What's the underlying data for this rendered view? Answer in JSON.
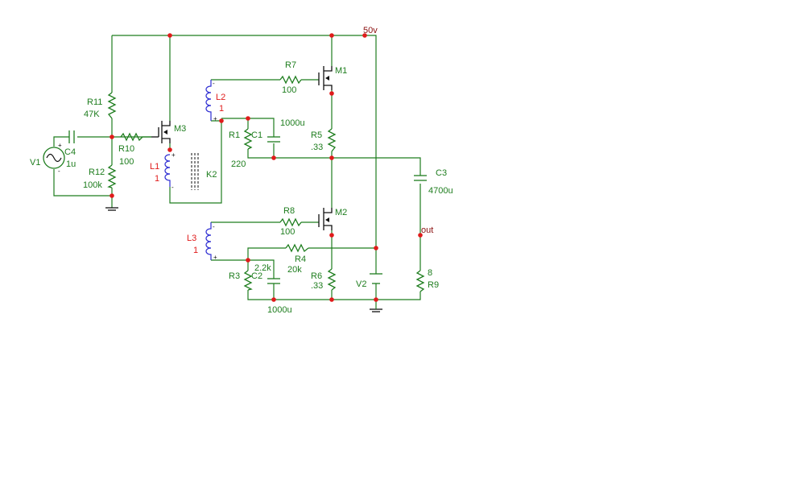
{
  "colors": {
    "wire": "#1e7d1e",
    "inductor": "#2d2dd2",
    "node": "#e01b1b",
    "net_label": "#8b1010",
    "background": "#ffffff"
  },
  "labels": {
    "supply": "50v",
    "r11_name": "R11",
    "r11_value": "47K",
    "r10_name": "R10",
    "r10_value": "100",
    "r12_name": "R12",
    "r12_value": "100k",
    "v1_name": "V1",
    "c4_name": "C4",
    "c4_value": "1u",
    "m3_name": "M3",
    "l1_name": "L1",
    "l1_value": "1",
    "k2_name": "K2",
    "l2_name": "L2",
    "l2_value": "1",
    "r7_name": "R7",
    "r7_value": "100",
    "m1_name": "M1",
    "c1_value": "1000u",
    "r1_name": "R1",
    "c1_name": "C1",
    "r1_value": "220",
    "r5_name": "R5",
    "r5_value": ".33",
    "c3_name": "C3",
    "c3_value": "4700u",
    "r8_name": "R8",
    "r8_value": "100",
    "m2_name": "M2",
    "out": "out",
    "l3_name": "L3",
    "l3_value": "1",
    "r4_name": "R4",
    "r4_value": "20k",
    "r3_value": "2.2k",
    "r3_name": "R3",
    "c2_name": "C2",
    "r6_name": "R6",
    "r6_value": ".33",
    "v2_name": "V2",
    "r9_value": "8",
    "r9_name": "R9",
    "c2_value": "1000u"
  }
}
